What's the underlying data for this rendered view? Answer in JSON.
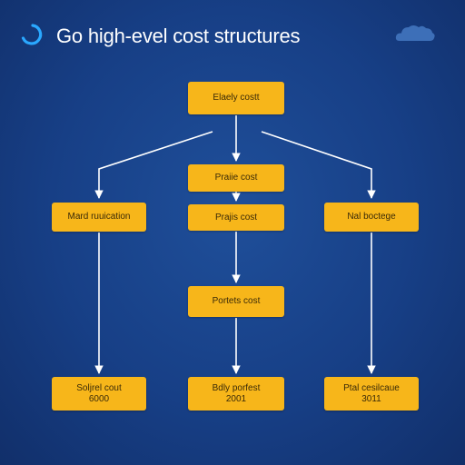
{
  "header": {
    "title": "Go high-evel cost structures",
    "logo_icon": "arc-icon",
    "cloud_icon": "cloud-icon"
  },
  "colors": {
    "background": "#173f86",
    "node_fill": "#f7b61a",
    "node_text": "#3a2a08",
    "edge": "#ffffff",
    "logo": "#2aa8ff",
    "cloud": "#3d6fb8"
  },
  "nodes": {
    "top": {
      "label": "Elaely costt"
    },
    "p1": {
      "label": "Praiie cost"
    },
    "left": {
      "label": "Mard ruuication"
    },
    "mid": {
      "label": "Prajis cost"
    },
    "right": {
      "label": "Nal boctege"
    },
    "p3": {
      "label": "Portets cost"
    },
    "bottom_left": {
      "label": "Soljrel cout",
      "value": "6000"
    },
    "bottom_mid": {
      "label": "Bdly porfest",
      "value": "2001"
    },
    "bottom_right": {
      "label": "Ptal cesilcaue",
      "value": "3011"
    }
  }
}
